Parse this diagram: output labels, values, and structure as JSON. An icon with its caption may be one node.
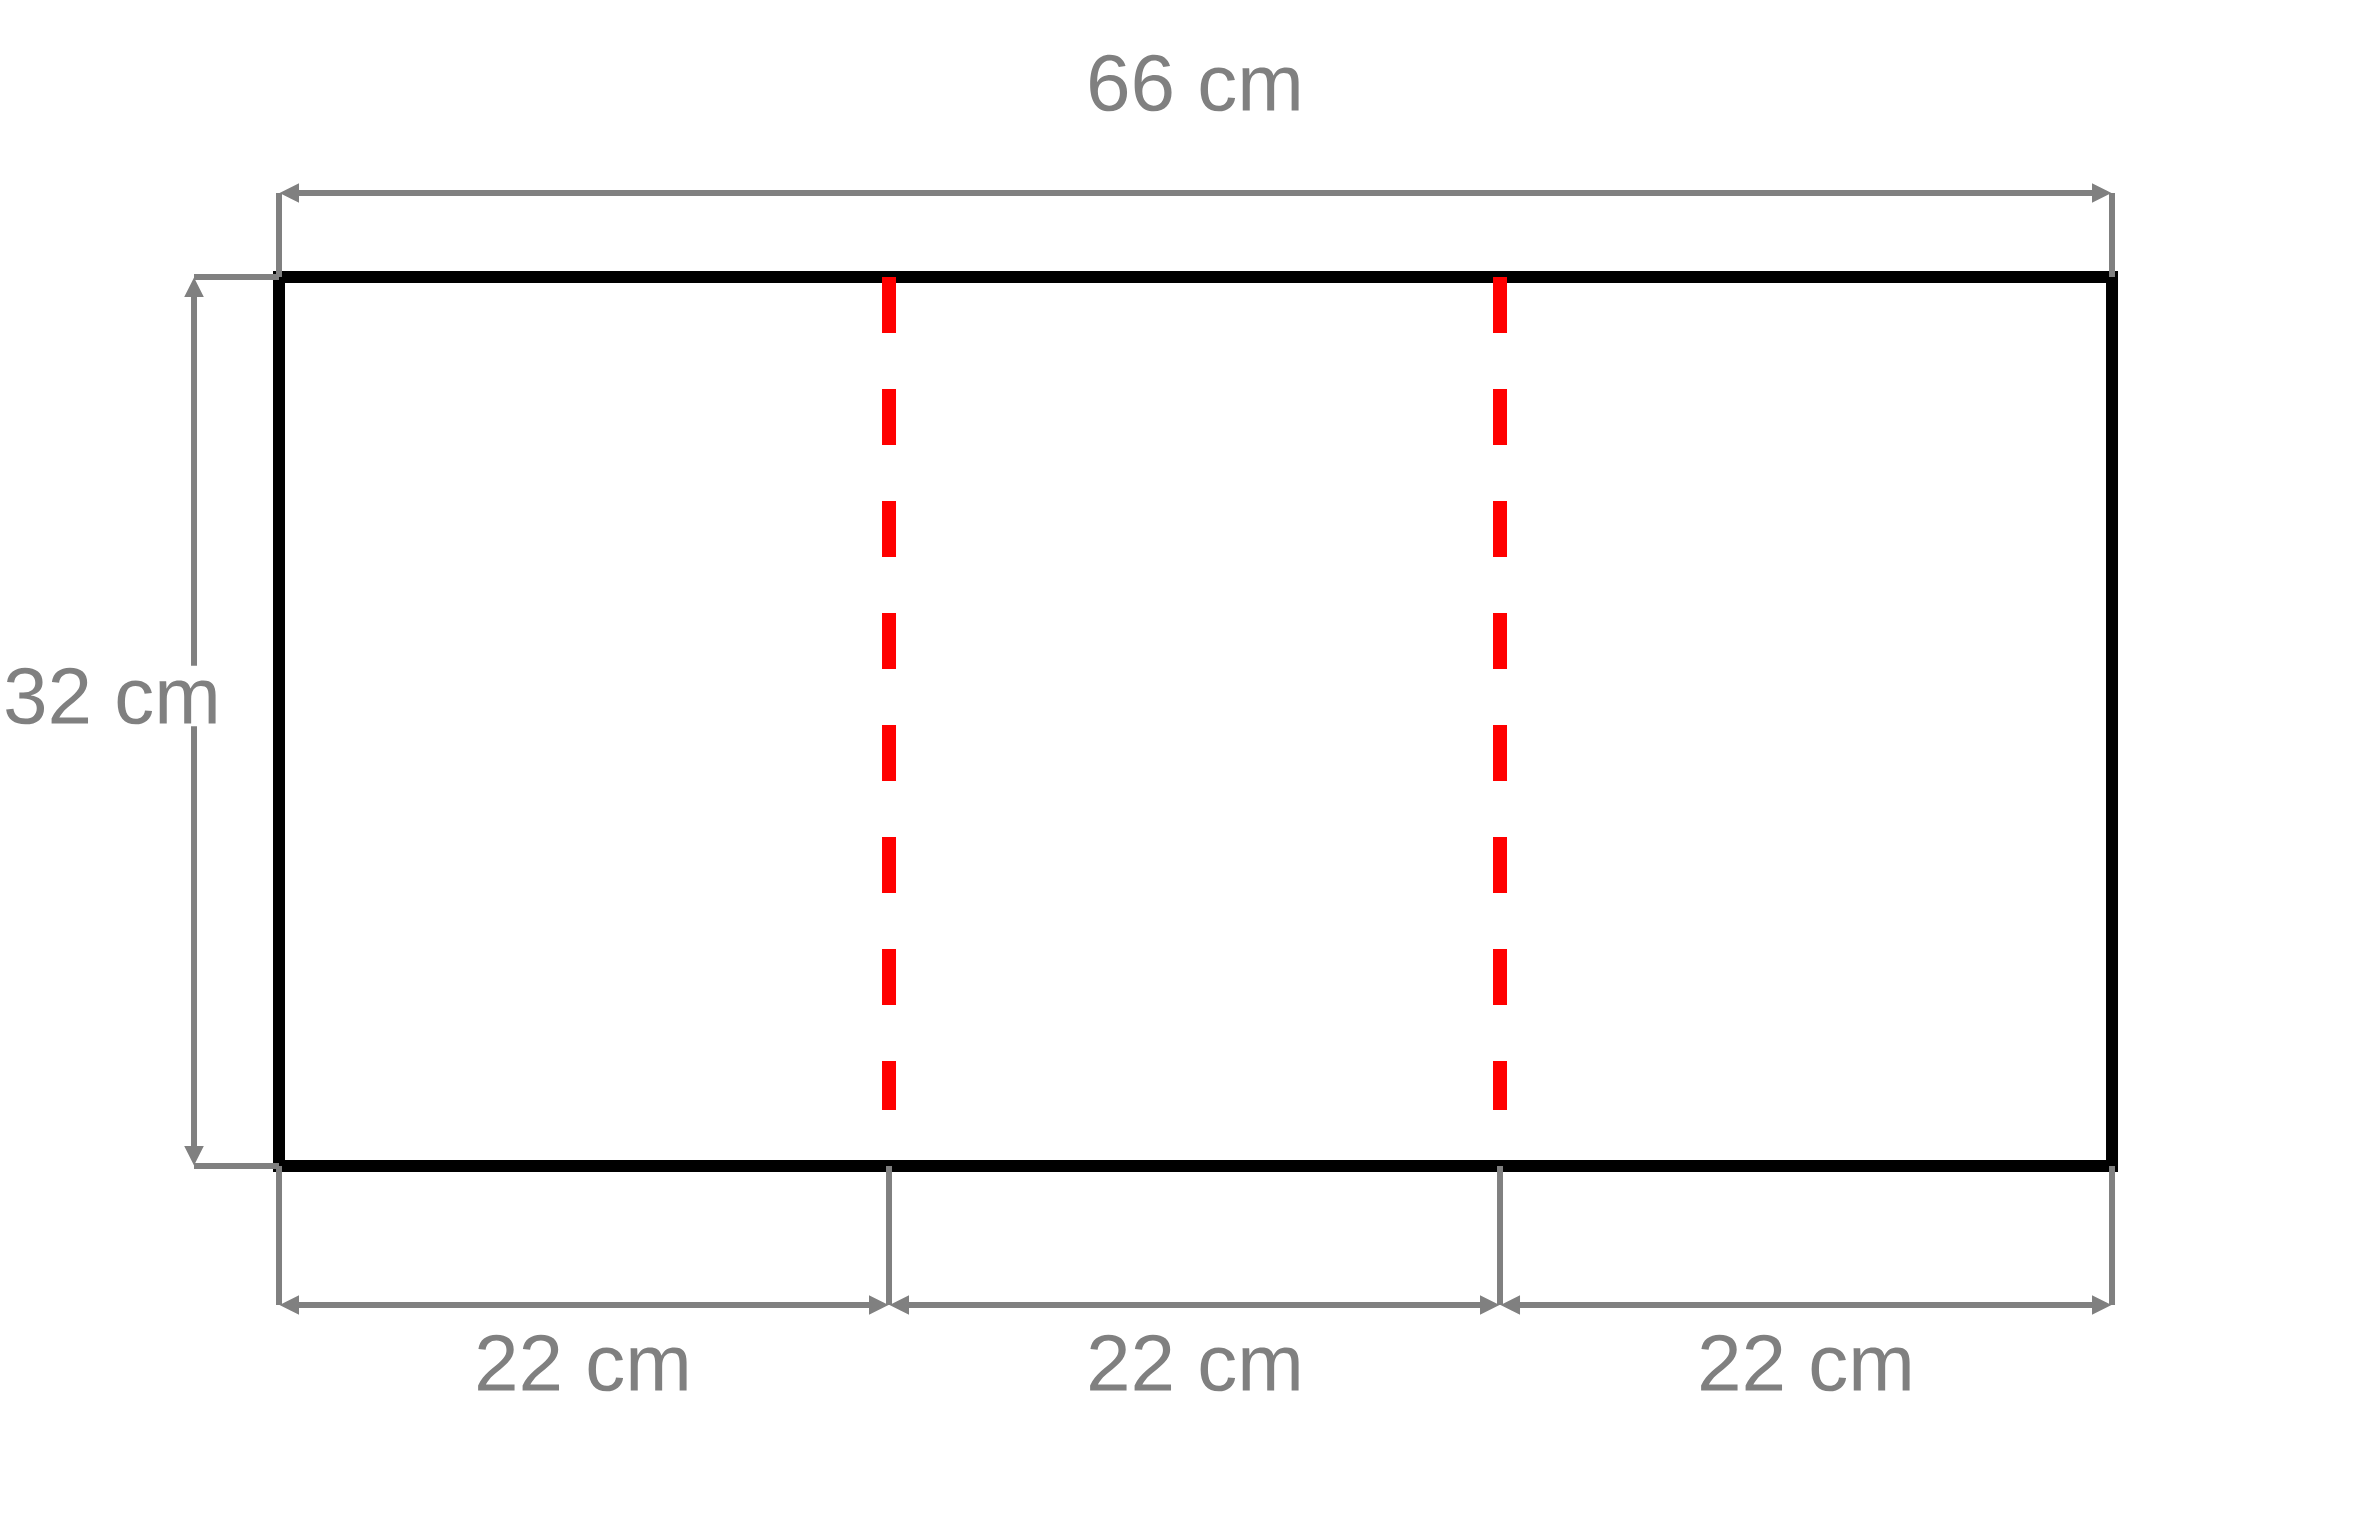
{
  "diagram": {
    "labels": [
      "66 cm",
      "32 cm",
      "22 cm",
      "22 cm",
      "22 cm"
    ]
  }
}
